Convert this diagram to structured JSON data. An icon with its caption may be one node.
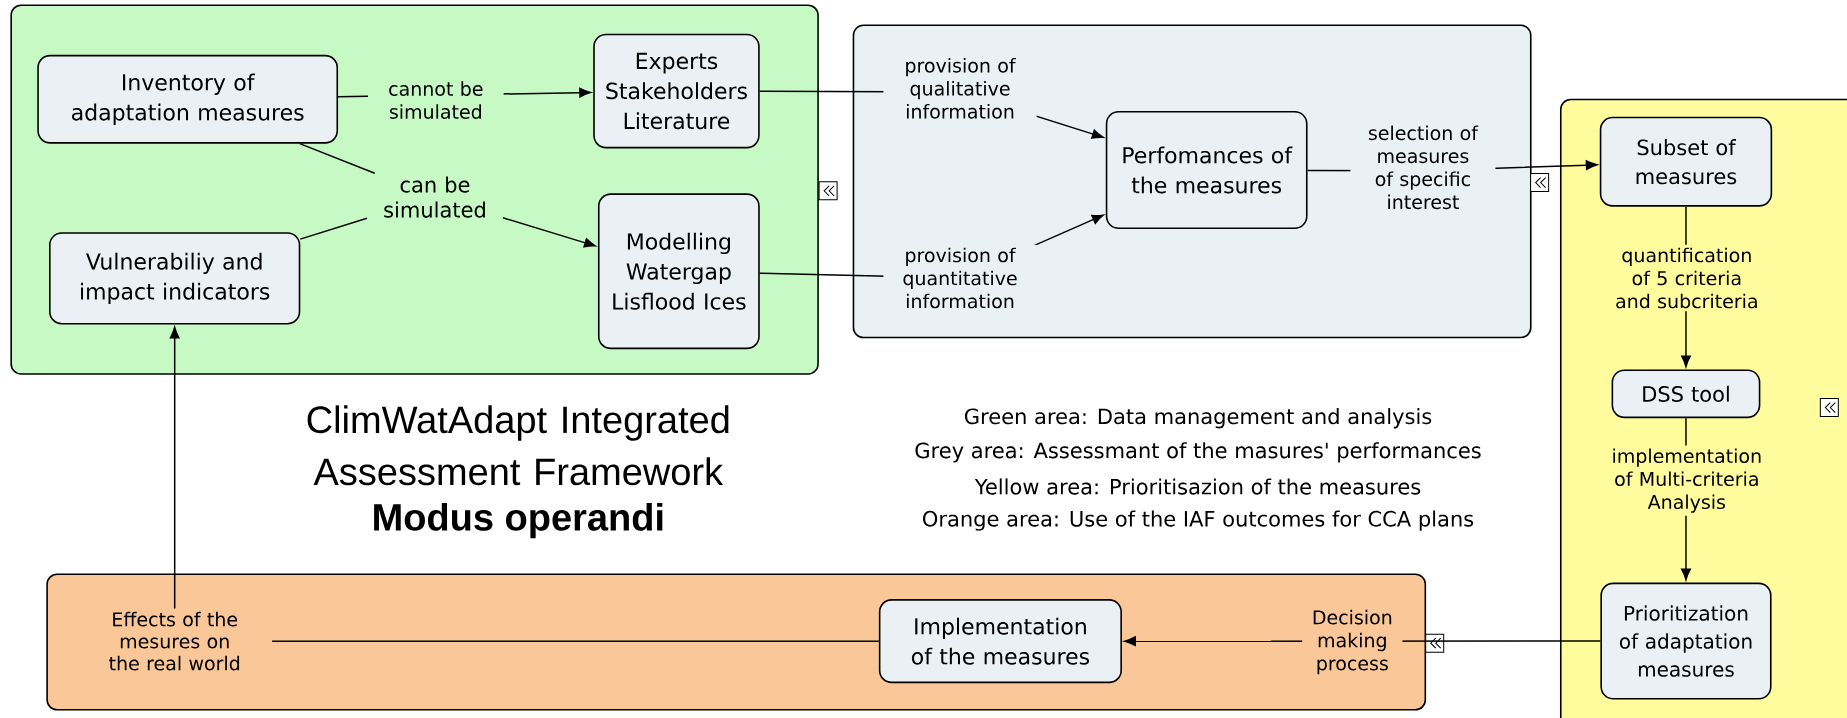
{
  "diagram": {
    "title": "ClimWatAdapt Integrated Assessment Framework",
    "nodes": [
      {
        "text": [],
        "shape": "box"
      },
      {
        "text": [
          "Inventory of adaptation measures"
        ],
        "in": 0
      },
      {
        "text": [
          "Experts Stakeholders Literature"
        ],
        "in": 0
      },
      {
        "text": [
          "can be simulated"
        ],
        "in": 0
      },
      {
        "text": [
          "Vulnerabiliy and impact indicators"
        ],
        "in": 0
      },
      {
        "text": [
          "Modelling Watergap Lisflood Ices"
        ],
        "in": 0
      },
      {
        "text": [],
        "shape": "box"
      },
      {
        "text": [
          "Perfomances of the measures"
        ],
        "in": 6
      },
      {
        "text": [],
        "shape": "box"
      },
      {
        "text": [
          "Subset of measures"
        ],
        "in": 8
      },
      {
        "text": [
          "DSS tool"
        ],
        "in": 8
      },
      {
        "text": [
          "Prioritization of adaptation measures"
        ],
        "in": 8
      },
      {
        "text": [],
        "shape": "box"
      },
      {
        "text": [
          "Effects of the mesures on the real world"
        ],
        "in": 12
      },
      {
        "text": [
          "Implementation of the measures"
        ],
        "in": 12
      }
    ],
    "edges": [
      {
        "from": 1,
        "to": 2,
        "arrow": "to",
        "label": "cannot be simulated"
      },
      {
        "from": 1,
        "to": 3,
        "arrow": "none"
      },
      {
        "from": 4,
        "to": 3,
        "arrow": "none"
      },
      {
        "from": 3,
        "to": 5,
        "arrow": "to"
      },
      {
        "from": 2,
        "to": 7,
        "arrow": "to",
        "label": "provision of qualitative information"
      },
      {
        "from": 5,
        "to": 7,
        "arrow": "to",
        "label": "provision of quantitative information"
      },
      {
        "from": 7,
        "to": 9,
        "arrow": "to",
        "label": "selection of measures of specific interest"
      },
      {
        "from": 9,
        "to": 10,
        "arrow": "to",
        "label": "quantification of 5 criteria and subcriteria"
      },
      {
        "from": 10,
        "to": 11,
        "arrow": "to",
        "label": "implementation of Multi-criteria Analysis"
      },
      {
        "from": 11,
        "to": 14,
        "arrow": "to",
        "label": "Decision making process"
      },
      {
        "from": 14,
        "to": 13,
        "arrow": "none"
      },
      {
        "from": 13,
        "to": 4,
        "arrow": "to"
      }
    ],
    "labels": [
      "Modus operandi",
      "Green area: Data management and analysis",
      "Grey area: Assessmant of the masures' performances",
      "Yellow area: Prioritisazion of the measures",
      "Orange area: Use of the IAF outcomes for CCA plans"
    ]
  }
}
